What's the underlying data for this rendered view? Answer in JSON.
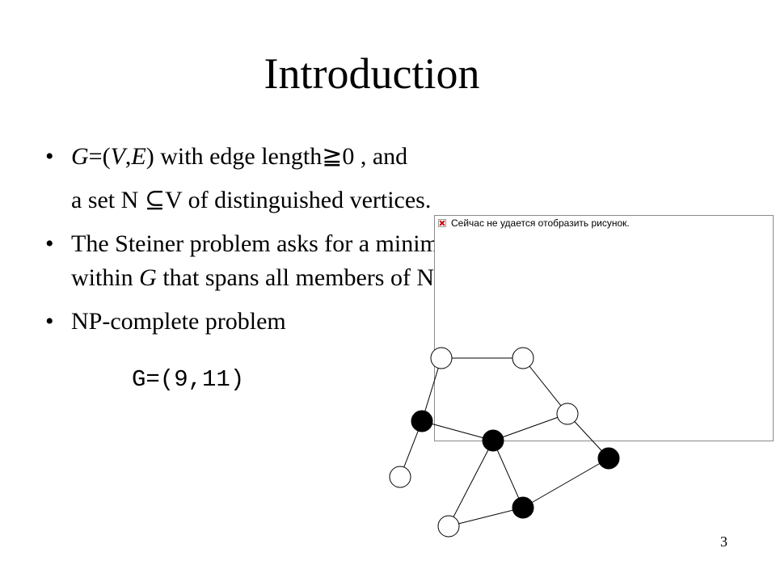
{
  "slide": {
    "title": "Introduction",
    "bullet_char": "•",
    "bullets": [
      {
        "line1": {
          "g": "G",
          "p1": "=(",
          "v": "V",
          "comma": ",",
          "e": "E",
          "p2": ") with edge length",
          "sym": "≧0 , and"
        },
        "line2": {
          "pre": "a set N ",
          "subset": "⊆",
          "post": "V of distinguished vertices."
        }
      },
      {
        "line1": "The Steiner problem asks for a minimum length tree",
        "line2": {
          "pre": "within ",
          "g": "G",
          "post": " that spans all members of N."
        }
      },
      {
        "line1": "NP-complete problem"
      }
    ],
    "graph_label": "G=(9,11)",
    "page_number": "3"
  },
  "image_placeholder": {
    "text": "Сейчас не удается отобразить рисунок.",
    "icon": "broken-image-icon"
  },
  "graph": {
    "vertex_count": 9,
    "edge_count": 11,
    "vertices": [
      {
        "id": "a",
        "distinguished": false
      },
      {
        "id": "b",
        "distinguished": false
      },
      {
        "id": "c",
        "distinguished": true
      },
      {
        "id": "d",
        "distinguished": false
      },
      {
        "id": "e",
        "distinguished": true
      },
      {
        "id": "f",
        "distinguished": true
      },
      {
        "id": "g",
        "distinguished": false
      },
      {
        "id": "h",
        "distinguished": true
      },
      {
        "id": "i",
        "distinguished": false
      }
    ],
    "edges": [
      [
        "a",
        "b"
      ],
      [
        "a",
        "c"
      ],
      [
        "b",
        "d"
      ],
      [
        "c",
        "g"
      ],
      [
        "c",
        "e"
      ],
      [
        "e",
        "d"
      ],
      [
        "e",
        "h"
      ],
      [
        "e",
        "i"
      ],
      [
        "d",
        "f"
      ],
      [
        "f",
        "h"
      ],
      [
        "h",
        "i"
      ]
    ],
    "colors": {
      "distinguished": "#000000",
      "plain": "#ffffff",
      "stroke": "#000000"
    }
  }
}
